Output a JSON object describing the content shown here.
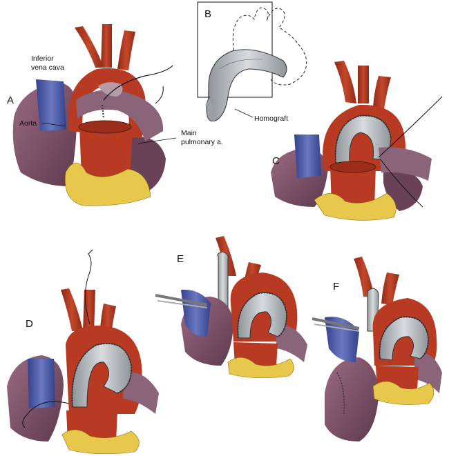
{
  "panels": {
    "a": "A",
    "b": "B",
    "c": "C",
    "d": "D",
    "e": "E",
    "f": "F"
  },
  "annotations": {
    "ivc_line1": "Inferior",
    "ivc_line2": "vena cava",
    "aorta": "Aorta",
    "main_pa_line1": "Main",
    "main_pa_line2": "pulmonary a.",
    "homograft": "Homograft"
  },
  "colors": {
    "aorta_red": "#b83a22",
    "vena_blue": "#4a5aa8",
    "heart_purple": "#7a5068",
    "fat_yellow": "#e8c84a",
    "graft_gray": "#b8bcc0"
  }
}
